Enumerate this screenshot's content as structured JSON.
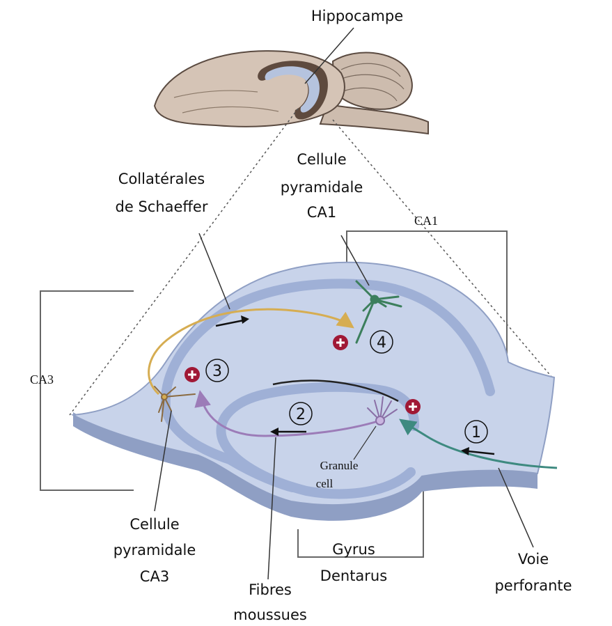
{
  "labels": {
    "hippocampe": "Hippocampe",
    "cellule_ca1": [
      "Cellule",
      "pyramidale",
      "CA1"
    ],
    "collaterales": [
      "Collatérales",
      "de Schaeffer"
    ],
    "ca1_region": "CA1",
    "ca3_region": "CA3",
    "cellule_ca3": [
      "Cellule",
      "pyramidale",
      "CA3"
    ],
    "fibres": [
      "Fibres",
      "moussues"
    ],
    "gyrus": [
      "Gyrus",
      "Dentarus"
    ],
    "voie": [
      "Voie",
      "perforante"
    ],
    "granule": [
      "Granule",
      "cell"
    ]
  },
  "steps": [
    "1",
    "2",
    "3",
    "4"
  ],
  "colors": {
    "tissue": "#c8d3ea",
    "tissue_edge": "#8f9fc4",
    "cell_layer": "#9fb0d6",
    "brain": "#d5c4b6",
    "schaeffer_path": "#d6ad52",
    "mossy_path": "#9c7cb8",
    "perforant_path": "#3e8a80",
    "ca1_cell": "#3c7f5c",
    "plus_badge": "#a01835"
  }
}
